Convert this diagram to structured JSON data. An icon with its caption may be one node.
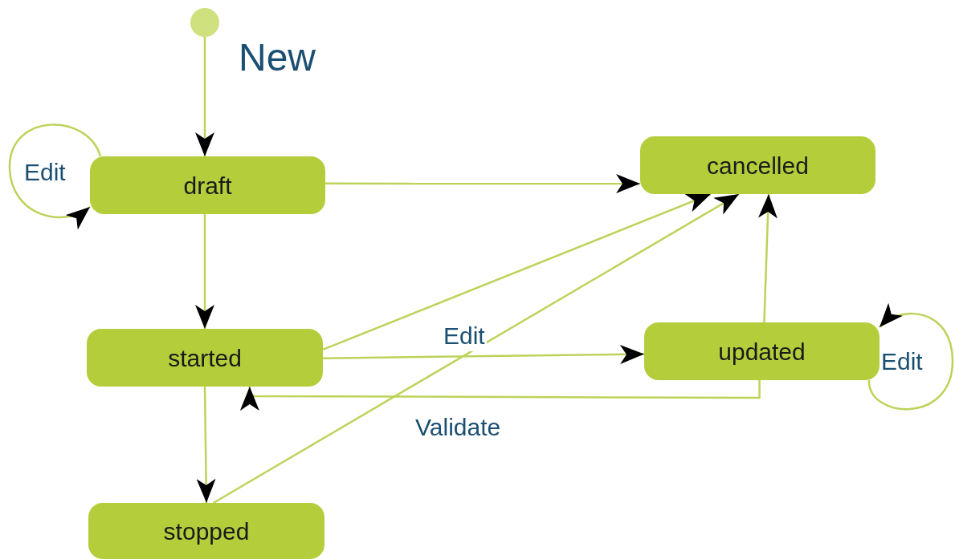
{
  "diagram": {
    "nodes": [
      {
        "text": [],
        "shape": "circle",
        "beside": [
          "New"
        ]
      },
      {
        "text": [
          "draft"
        ]
      },
      {
        "text": [
          "cancelled"
        ]
      },
      {
        "text": [
          "started"
        ]
      },
      {
        "text": [
          "updated"
        ]
      },
      {
        "text": [
          "stopped"
        ]
      }
    ],
    "edges": [
      {
        "from": 0,
        "to": 1,
        "arrow": "to"
      },
      {
        "from": 1,
        "to": 1,
        "arrow": "to",
        "label": "Edit"
      },
      {
        "from": 1,
        "to": 2,
        "arrow": "to"
      },
      {
        "from": 1,
        "to": 3,
        "arrow": "to"
      },
      {
        "from": 3,
        "to": 2,
        "arrow": "to"
      },
      {
        "from": 5,
        "to": 2,
        "arrow": "to"
      },
      {
        "from": 3,
        "to": 4,
        "arrow": "to",
        "label": "Edit"
      },
      {
        "from": 4,
        "to": 2,
        "arrow": "to"
      },
      {
        "from": 4,
        "to": 4,
        "arrow": "to",
        "label": "Edit"
      },
      {
        "from": 4,
        "to": 3,
        "arrow": "to",
        "label": "Validate"
      },
      {
        "from": 3,
        "to": 5,
        "arrow": "to"
      }
    ]
  }
}
